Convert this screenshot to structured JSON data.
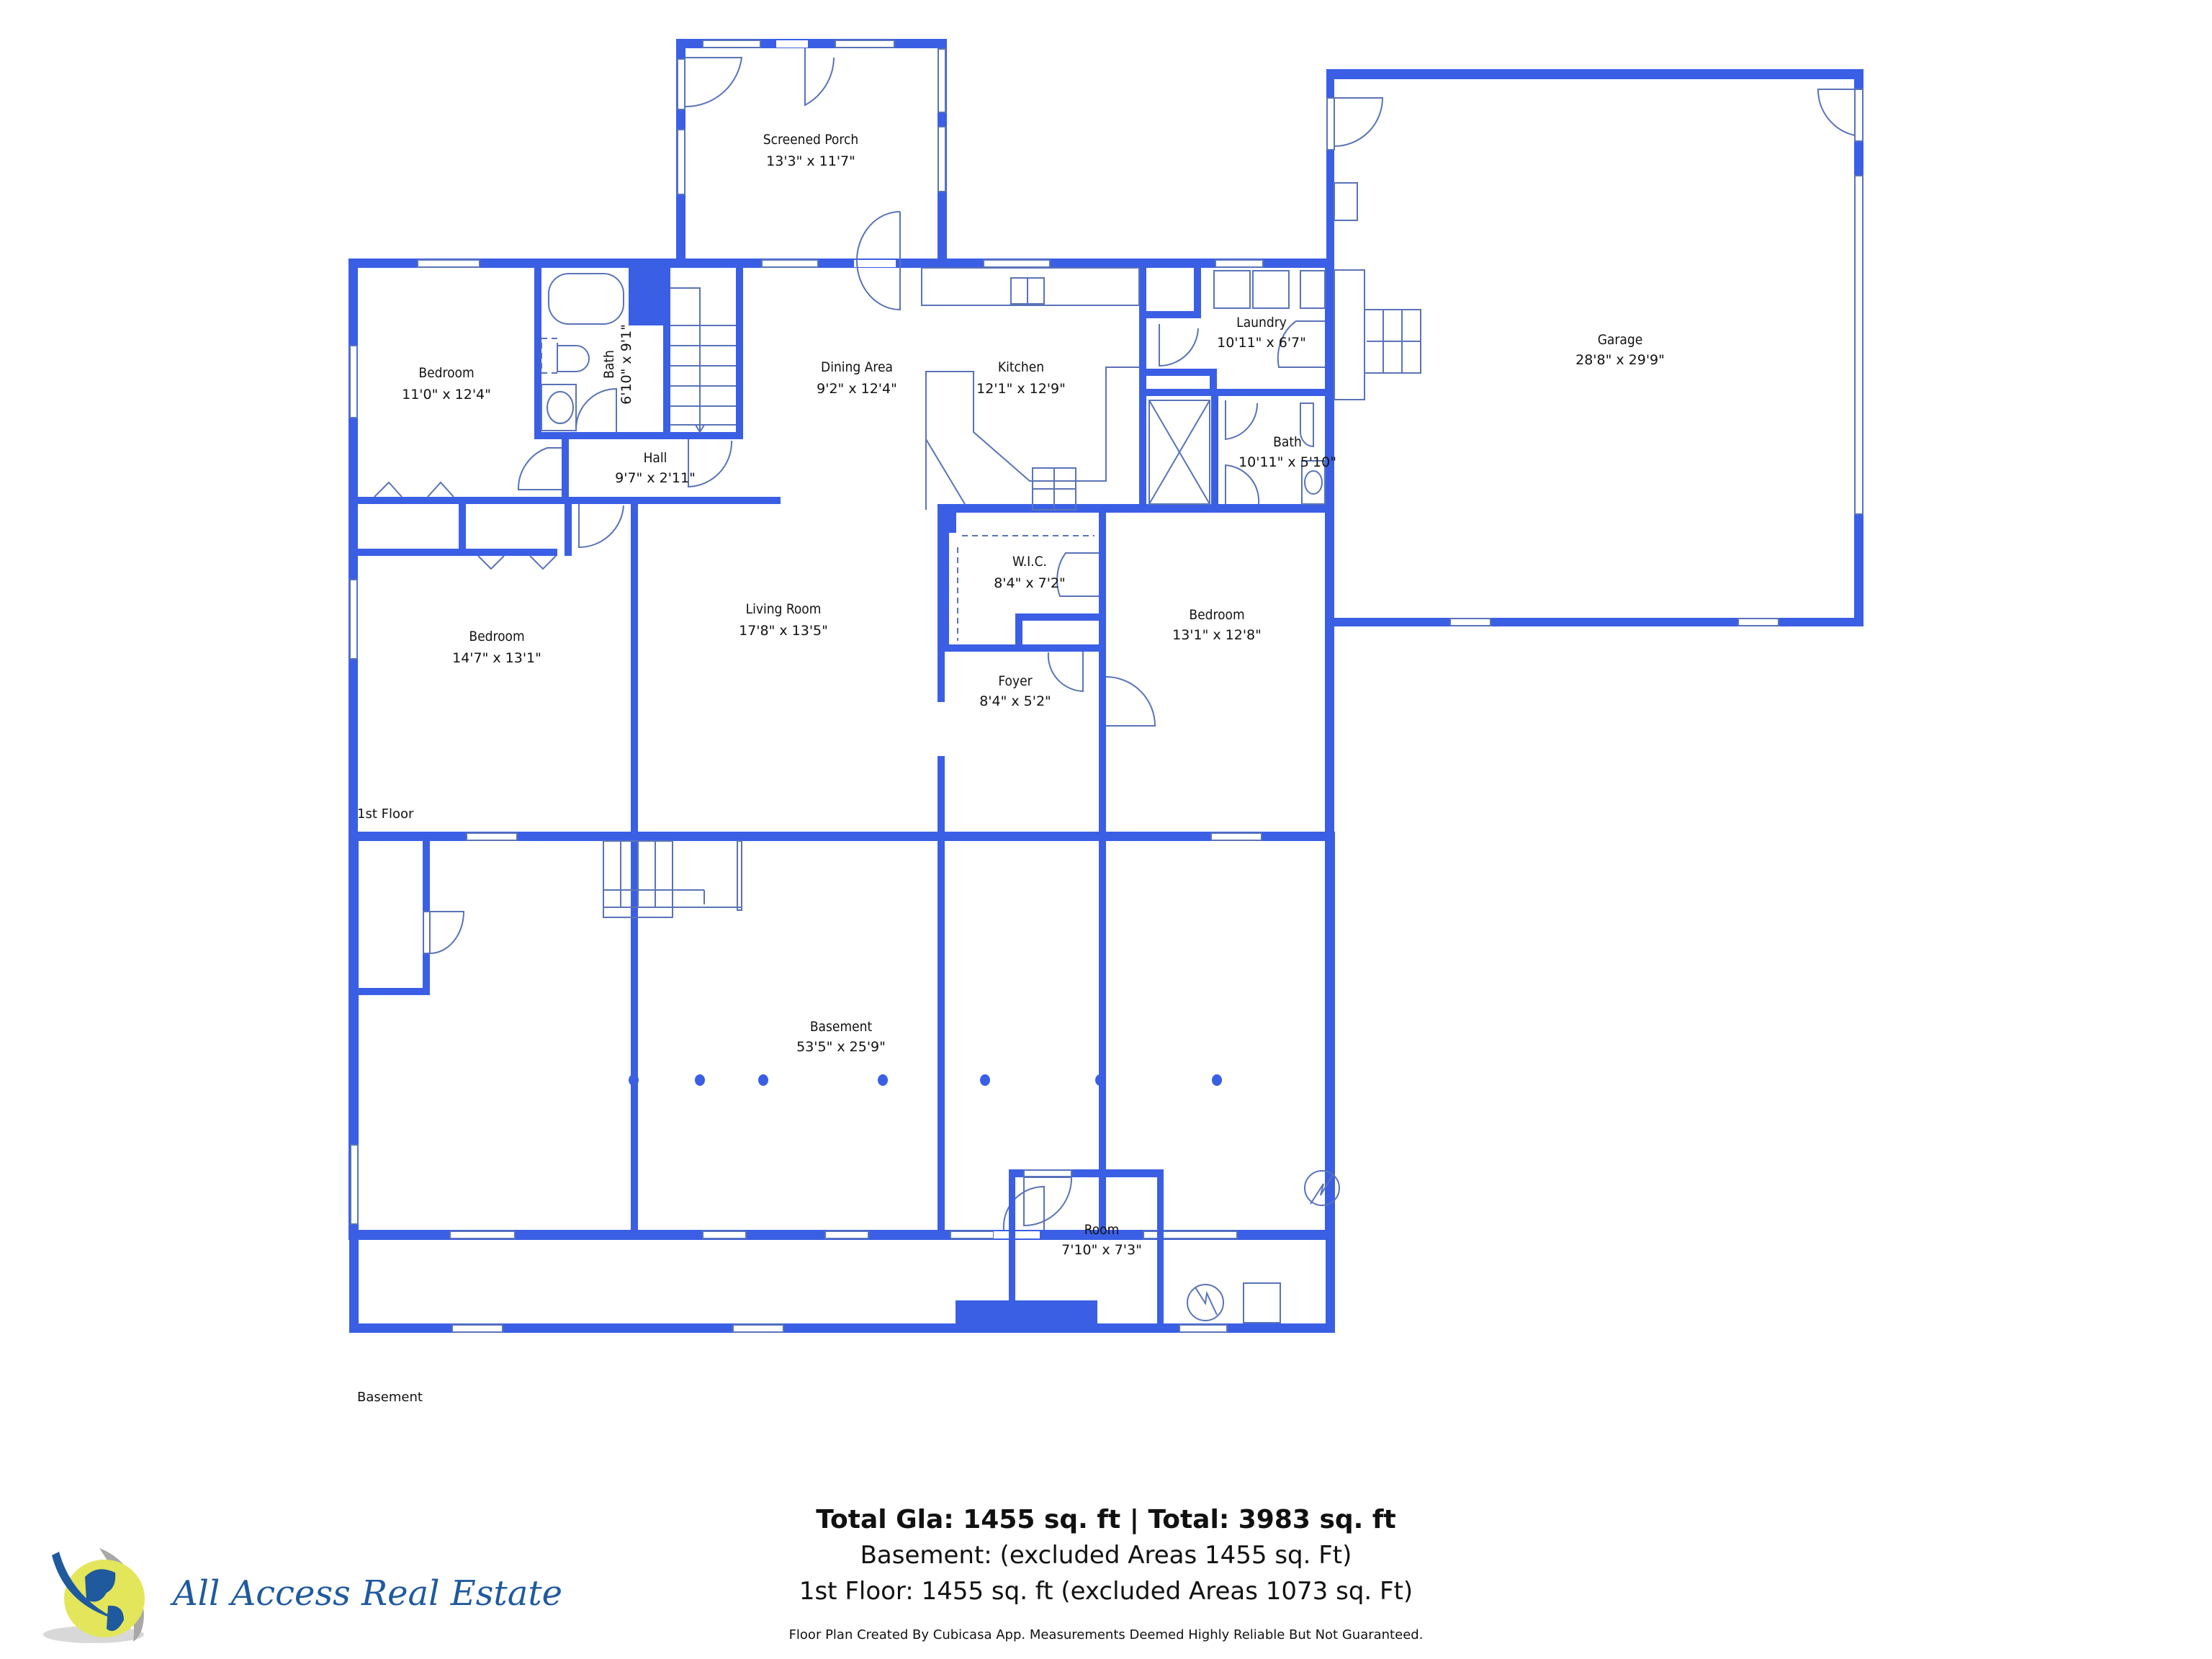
{
  "colors": {
    "wall": "#3a5fe5",
    "fixture_line": "#5a73b8",
    "text": "#111111",
    "logo_blue": "#1f5a9e",
    "logo_yellow": "#e3e65a",
    "logo_gray": "#a8a8a8"
  },
  "floors": [
    {
      "label": "1st Floor",
      "rooms": [
        {
          "name": "Screened Porch",
          "dims": "13'3\" x 11'7\""
        },
        {
          "name": "Bedroom",
          "dims": "11'0\" x 12'4\""
        },
        {
          "name": "Bath",
          "dims": "6'10\" x 9'1\""
        },
        {
          "name": "Hall",
          "dims": "9'7\" x 2'11\""
        },
        {
          "name": "Dining Area",
          "dims": "9'2\" x 12'4\""
        },
        {
          "name": "Kitchen",
          "dims": "12'1\" x 12'9\""
        },
        {
          "name": "Laundry",
          "dims": "10'11\" x 6'7\""
        },
        {
          "name": "Bath",
          "dims": "10'11\" x 5'10\""
        },
        {
          "name": "Garage",
          "dims": "28'8\" x 29'9\""
        },
        {
          "name": "Bedroom",
          "dims": "14'7\" x 13'1\""
        },
        {
          "name": "Living Room",
          "dims": "17'8\" x 13'5\""
        },
        {
          "name": "W.I.C.",
          "dims": "8'4\" x 7'2\""
        },
        {
          "name": "Foyer",
          "dims": "8'4\" x 5'2\""
        },
        {
          "name": "Bedroom",
          "dims": "13'1\" x 12'8\""
        }
      ]
    },
    {
      "label": "Basement",
      "rooms": [
        {
          "name": "Basement",
          "dims": "53'5\" x 25'9\""
        },
        {
          "name": "Room",
          "dims": "7'10\" x 7'3\""
        }
      ]
    }
  ],
  "footer": {
    "total": "Total Gla: 1455 sq. ft | Total: 3983 sq. ft",
    "basement": "Basement: (excluded Areas 1455 sq. Ft)",
    "first_floor": "1st Floor: 1455 sq. ft (excluded Areas 1073 sq. Ft)",
    "disclaimer": "Floor Plan Created By Cubicasa App. Measurements Deemed Highly Reliable But Not Guaranteed."
  },
  "logo": {
    "text": "All Access Real Estate",
    "icon": "globe-swoosh-icon"
  }
}
